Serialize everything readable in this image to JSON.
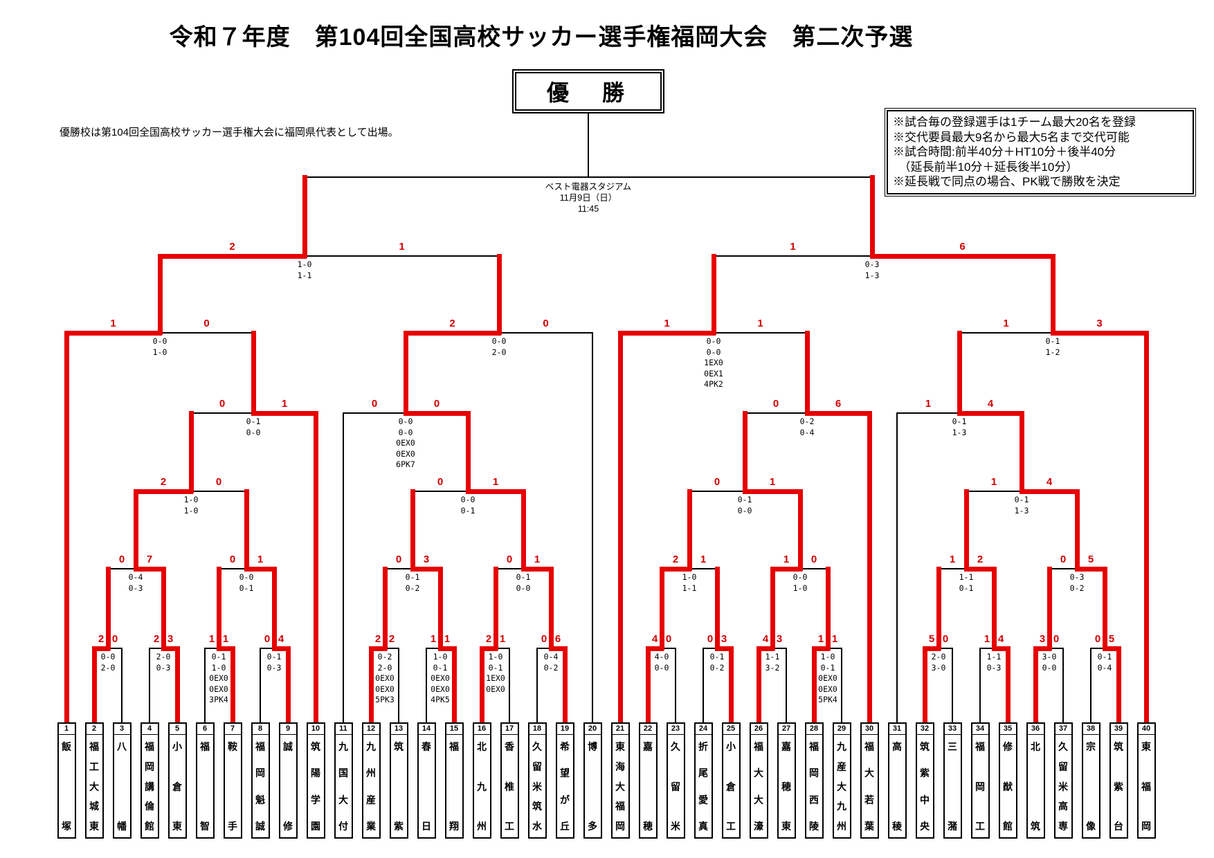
{
  "header": {
    "title": "令和７年度　第104回全国高校サッカー選手権福岡大会　第二次予選",
    "subtitle": "優勝校は第104回全国高校サッカー選手権大会に福岡県代表として出場。"
  },
  "champion": {
    "label": "優　勝"
  },
  "final_info": {
    "venue": "ベスト電器スタジアム",
    "date": "11月9日（日）",
    "time": "11:45"
  },
  "notes": [
    "※試合毎の登録選手は1チーム最大20名を登録",
    "※交代要員最大9名から最大5名まで交代可能",
    "※試合時間:前半40分＋HT10分＋後半40分",
    "　（延長前半10分＋延長後半10分）",
    "※延長戦で同点の場合、PK戦で勝敗を決定"
  ],
  "colors": {
    "winner_path": "#e60000",
    "label_red": "#d00000",
    "line": "#000000"
  },
  "teams": [
    {
      "num": 1,
      "name": "飯塚",
      "entry": "qf"
    },
    {
      "num": 2,
      "name": "福工大城東",
      "entry": "r1"
    },
    {
      "num": 3,
      "name": "八幡",
      "entry": "r1"
    },
    {
      "num": 4,
      "name": "福岡講倫館",
      "entry": "r1"
    },
    {
      "num": 5,
      "name": "小倉東",
      "entry": "r1"
    },
    {
      "num": 6,
      "name": "福智",
      "entry": "r1"
    },
    {
      "num": 7,
      "name": "鞍手",
      "entry": "r1"
    },
    {
      "num": 8,
      "name": "福岡魁誠",
      "entry": "r1"
    },
    {
      "num": 9,
      "name": "誠修",
      "entry": "r1"
    },
    {
      "num": 10,
      "name": "筑陽学園",
      "entry": "r4"
    },
    {
      "num": 11,
      "name": "九国大付",
      "entry": "r4"
    },
    {
      "num": 12,
      "name": "九州産業",
      "entry": "r1"
    },
    {
      "num": 13,
      "name": "筑紫",
      "entry": "r1"
    },
    {
      "num": 14,
      "name": "春日",
      "entry": "r1"
    },
    {
      "num": 15,
      "name": "福翔",
      "entry": "r1"
    },
    {
      "num": 16,
      "name": "北九州",
      "entry": "r1"
    },
    {
      "num": 17,
      "name": "香椎工",
      "entry": "r1"
    },
    {
      "num": 18,
      "name": "久留米筑水",
      "entry": "r1"
    },
    {
      "num": 19,
      "name": "希望が丘",
      "entry": "r1"
    },
    {
      "num": 20,
      "name": "博多",
      "entry": "qf"
    },
    {
      "num": 21,
      "name": "東海大福岡",
      "entry": "qf"
    },
    {
      "num": 22,
      "name": "嘉穂",
      "entry": "r1"
    },
    {
      "num": 23,
      "name": "久留米",
      "entry": "r1"
    },
    {
      "num": 24,
      "name": "折尾愛真",
      "entry": "r1"
    },
    {
      "num": 25,
      "name": "小倉工",
      "entry": "r1"
    },
    {
      "num": 26,
      "name": "福大大濠",
      "entry": "r1"
    },
    {
      "num": 27,
      "name": "嘉穂東",
      "entry": "r1"
    },
    {
      "num": 28,
      "name": "福岡西陵",
      "entry": "r1"
    },
    {
      "num": 29,
      "name": "九産大九州",
      "entry": "r1"
    },
    {
      "num": 30,
      "name": "福大若葉",
      "entry": "r4"
    },
    {
      "num": 31,
      "name": "高稜",
      "entry": "r4"
    },
    {
      "num": 32,
      "name": "筑紫中央",
      "entry": "r1"
    },
    {
      "num": 33,
      "name": "三潴",
      "entry": "r1"
    },
    {
      "num": 34,
      "name": "福岡工",
      "entry": "r1"
    },
    {
      "num": 35,
      "name": "修猷館",
      "entry": "r1"
    },
    {
      "num": 36,
      "name": "北筑",
      "entry": "r1"
    },
    {
      "num": 37,
      "name": "久留米高専",
      "entry": "r1"
    },
    {
      "num": 38,
      "name": "宗像",
      "entry": "r1"
    },
    {
      "num": 39,
      "name": "筑紫台",
      "entry": "r1"
    },
    {
      "num": 40,
      "name": "東福岡",
      "entry": "qf"
    }
  ],
  "matches": [
    {
      "id": "m23",
      "round": "r1",
      "c": [
        {
          "team": 2
        },
        {
          "team": 3
        }
      ],
      "labels": [
        "2",
        "0"
      ],
      "scores": [
        "0-0",
        "2-0"
      ],
      "winner": "L"
    },
    {
      "id": "m45",
      "round": "r1",
      "c": [
        {
          "team": 4
        },
        {
          "team": 5
        }
      ],
      "labels": [
        "2",
        "3"
      ],
      "scores": [
        "2-0",
        "0-3"
      ],
      "winner": "R"
    },
    {
      "id": "m67",
      "round": "r1",
      "c": [
        {
          "team": 6
        },
        {
          "team": 7
        }
      ],
      "labels": [
        "1",
        "1"
      ],
      "scores": [
        "0-1",
        "1-0",
        "0EX0",
        "0EX0",
        "3PK4"
      ],
      "winner": "R"
    },
    {
      "id": "m89",
      "round": "r1",
      "c": [
        {
          "team": 8
        },
        {
          "team": 9
        }
      ],
      "labels": [
        "0",
        "4"
      ],
      "scores": [
        "0-1",
        "0-3"
      ],
      "winner": "R"
    },
    {
      "id": "m1213",
      "round": "r1",
      "c": [
        {
          "team": 12
        },
        {
          "team": 13
        }
      ],
      "labels": [
        "2",
        "2"
      ],
      "scores": [
        "0-2",
        "2-0",
        "0EX0",
        "0EX0",
        "5PK3"
      ],
      "winner": "L"
    },
    {
      "id": "m1415",
      "round": "r1",
      "c": [
        {
          "team": 14
        },
        {
          "team": 15
        }
      ],
      "labels": [
        "1",
        "1"
      ],
      "scores": [
        "1-0",
        "0-1",
        "0EX0",
        "0EX0",
        "4PK5"
      ],
      "winner": "R"
    },
    {
      "id": "m1617",
      "round": "r1",
      "c": [
        {
          "team": 16
        },
        {
          "team": 17
        }
      ],
      "labels": [
        "2",
        "1"
      ],
      "scores": [
        "1-0",
        "0-1",
        "1EX0",
        "0EX0"
      ],
      "winner": "L"
    },
    {
      "id": "m1819",
      "round": "r1",
      "c": [
        {
          "team": 18
        },
        {
          "team": 19
        }
      ],
      "labels": [
        "0",
        "6"
      ],
      "scores": [
        "0-4",
        "0-2"
      ],
      "winner": "R"
    },
    {
      "id": "m2223",
      "round": "r1",
      "c": [
        {
          "team": 22
        },
        {
          "team": 23
        }
      ],
      "labels": [
        "4",
        "0"
      ],
      "scores": [
        "4-0",
        "0-0"
      ],
      "winner": "L"
    },
    {
      "id": "m2425",
      "round": "r1",
      "c": [
        {
          "team": 24
        },
        {
          "team": 25
        }
      ],
      "labels": [
        "0",
        "3"
      ],
      "scores": [
        "0-1",
        "0-2"
      ],
      "winner": "R"
    },
    {
      "id": "m2627",
      "round": "r1",
      "c": [
        {
          "team": 26
        },
        {
          "team": 27
        }
      ],
      "labels": [
        "4",
        "3"
      ],
      "scores": [
        "1-1",
        "3-2"
      ],
      "winner": "L"
    },
    {
      "id": "m2829",
      "round": "r1",
      "c": [
        {
          "team": 28
        },
        {
          "team": 29
        }
      ],
      "labels": [
        "1",
        "1"
      ],
      "scores": [
        "1-0",
        "0-1",
        "0EX0",
        "0EX0",
        "5PK4"
      ],
      "winner": "L"
    },
    {
      "id": "m3233",
      "round": "r1",
      "c": [
        {
          "team": 32
        },
        {
          "team": 33
        }
      ],
      "labels": [
        "5",
        "0"
      ],
      "scores": [
        "2-0",
        "3-0"
      ],
      "winner": "L"
    },
    {
      "id": "m3435",
      "round": "r1",
      "c": [
        {
          "team": 34
        },
        {
          "team": 35
        }
      ],
      "labels": [
        "1",
        "4"
      ],
      "scores": [
        "1-1",
        "0-3"
      ],
      "winner": "R"
    },
    {
      "id": "m3637",
      "round": "r1",
      "c": [
        {
          "team": 36
        },
        {
          "team": 37
        }
      ],
      "labels": [
        "3",
        "0"
      ],
      "scores": [
        "3-0",
        "0-0"
      ],
      "winner": "L"
    },
    {
      "id": "m3839",
      "round": "r1",
      "c": [
        {
          "team": 38
        },
        {
          "team": 39
        }
      ],
      "labels": [
        "0",
        "5"
      ],
      "scores": [
        "0-1",
        "0-4"
      ],
      "winner": "R"
    },
    {
      "id": "r2a",
      "round": "r2",
      "c": [
        {
          "match": "m23"
        },
        {
          "match": "m45"
        }
      ],
      "labels": [
        "0",
        "7"
      ],
      "scores": [
        "0-4",
        "0-3"
      ],
      "winner": "R"
    },
    {
      "id": "r2b",
      "round": "r2",
      "c": [
        {
          "match": "m67"
        },
        {
          "match": "m89"
        }
      ],
      "labels": [
        "0",
        "1"
      ],
      "scores": [
        "0-0",
        "0-1"
      ],
      "winner": "R"
    },
    {
      "id": "r2c",
      "round": "r2",
      "c": [
        {
          "match": "m1213"
        },
        {
          "match": "m1415"
        }
      ],
      "labels": [
        "0",
        "3"
      ],
      "scores": [
        "0-1",
        "0-2"
      ],
      "winner": "R"
    },
    {
      "id": "r2d",
      "round": "r2",
      "c": [
        {
          "match": "m1617"
        },
        {
          "match": "m1819"
        }
      ],
      "labels": [
        "0",
        "1"
      ],
      "scores": [
        "0-1",
        "0-0"
      ],
      "winner": "R"
    },
    {
      "id": "r2e",
      "round": "r2",
      "c": [
        {
          "match": "m2223"
        },
        {
          "match": "m2425"
        }
      ],
      "labels": [
        "2",
        "1"
      ],
      "scores": [
        "1-0",
        "1-1"
      ],
      "winner": "L"
    },
    {
      "id": "r2f",
      "round": "r2",
      "c": [
        {
          "match": "m2627"
        },
        {
          "match": "m2829"
        }
      ],
      "labels": [
        "1",
        "0"
      ],
      "scores": [
        "0-0",
        "1-0"
      ],
      "winner": "L"
    },
    {
      "id": "r2g",
      "round": "r2",
      "c": [
        {
          "match": "m3233"
        },
        {
          "match": "m3435"
        }
      ],
      "labels": [
        "1",
        "2"
      ],
      "scores": [
        "1-1",
        "0-1"
      ],
      "winner": "R"
    },
    {
      "id": "r2h",
      "round": "r2",
      "c": [
        {
          "match": "m3637"
        },
        {
          "match": "m3839"
        }
      ],
      "labels": [
        "0",
        "5"
      ],
      "scores": [
        "0-3",
        "0-2"
      ],
      "winner": "R"
    },
    {
      "id": "r3a",
      "round": "r3",
      "c": [
        {
          "match": "r2a"
        },
        {
          "match": "r2b"
        }
      ],
      "labels": [
        "2",
        "0"
      ],
      "scores": [
        "1-0",
        "1-0"
      ],
      "winner": "L"
    },
    {
      "id": "r3b",
      "round": "r3",
      "c": [
        {
          "match": "r2c"
        },
        {
          "match": "r2d"
        }
      ],
      "labels": [
        "0",
        "1"
      ],
      "scores": [
        "0-0",
        "0-1"
      ],
      "winner": "R"
    },
    {
      "id": "r3c",
      "round": "r3",
      "c": [
        {
          "match": "r2e"
        },
        {
          "match": "r2f"
        }
      ],
      "labels": [
        "0",
        "1"
      ],
      "scores": [
        "0-1",
        "0-0"
      ],
      "winner": "R"
    },
    {
      "id": "r3d",
      "round": "r3",
      "c": [
        {
          "match": "r2g"
        },
        {
          "match": "r2h"
        }
      ],
      "labels": [
        "1",
        "4"
      ],
      "scores": [
        "0-1",
        "1-3"
      ],
      "winner": "R"
    },
    {
      "id": "r4a",
      "round": "r4",
      "c": [
        {
          "match": "r3a"
        },
        {
          "team": 10
        }
      ],
      "labels": [
        "0",
        "1"
      ],
      "scores": [
        "0-1",
        "0-0"
      ],
      "winner": "R"
    },
    {
      "id": "r4b",
      "round": "r4",
      "c": [
        {
          "team": 11
        },
        {
          "match": "r3b"
        }
      ],
      "labels": [
        "0",
        "0"
      ],
      "scores": [
        "0-0",
        "0-0",
        "0EX0",
        "0EX0",
        "6PK7"
      ],
      "winner": "R"
    },
    {
      "id": "r4c",
      "round": "r4",
      "c": [
        {
          "match": "r3c"
        },
        {
          "team": 30
        }
      ],
      "labels": [
        "0",
        "6"
      ],
      "scores": [
        "0-2",
        "0-4"
      ],
      "winner": "R"
    },
    {
      "id": "r4d",
      "round": "r4",
      "c": [
        {
          "team": 31
        },
        {
          "match": "r3d"
        }
      ],
      "labels": [
        "1",
        "4"
      ],
      "scores": [
        "0-1",
        "1-3"
      ],
      "winner": "R"
    },
    {
      "id": "qf1",
      "round": "qf",
      "c": [
        {
          "team": 1
        },
        {
          "match": "r4a"
        }
      ],
      "labels": [
        "1",
        "0"
      ],
      "scores": [
        "0-0",
        "1-0"
      ],
      "winner": "L"
    },
    {
      "id": "qf2",
      "round": "qf",
      "c": [
        {
          "match": "r4b"
        },
        {
          "team": 20
        }
      ],
      "labels": [
        "2",
        "0"
      ],
      "scores": [
        "0-0",
        "2-0"
      ],
      "winner": "L"
    },
    {
      "id": "qf3",
      "round": "qf",
      "c": [
        {
          "team": 21
        },
        {
          "match": "r4c"
        }
      ],
      "labels": [
        "1",
        "1"
      ],
      "scores": [
        "0-0",
        "0-0",
        "1EX0",
        "0EX1",
        "4PK2"
      ],
      "winner": "L"
    },
    {
      "id": "qf4",
      "round": "qf",
      "c": [
        {
          "match": "r4d"
        },
        {
          "team": 40
        }
      ],
      "labels": [
        "1",
        "3"
      ],
      "scores": [
        "0-1",
        "1-2"
      ],
      "winner": "R"
    },
    {
      "id": "sf1",
      "round": "sf",
      "c": [
        {
          "match": "qf1"
        },
        {
          "match": "qf2"
        }
      ],
      "labels": [
        "2",
        "1"
      ],
      "scores": [
        "1-0",
        "1-1"
      ],
      "winner": "L"
    },
    {
      "id": "sf2",
      "round": "sf",
      "c": [
        {
          "match": "qf3"
        },
        {
          "match": "qf4"
        }
      ],
      "labels": [
        "1",
        "6"
      ],
      "scores": [
        "0-3",
        "1-3"
      ],
      "winner": "R"
    },
    {
      "id": "final",
      "round": "f",
      "c": [
        {
          "match": "sf1"
        },
        {
          "match": "sf2"
        }
      ],
      "labels": null,
      "scores": null,
      "winner": null
    }
  ]
}
